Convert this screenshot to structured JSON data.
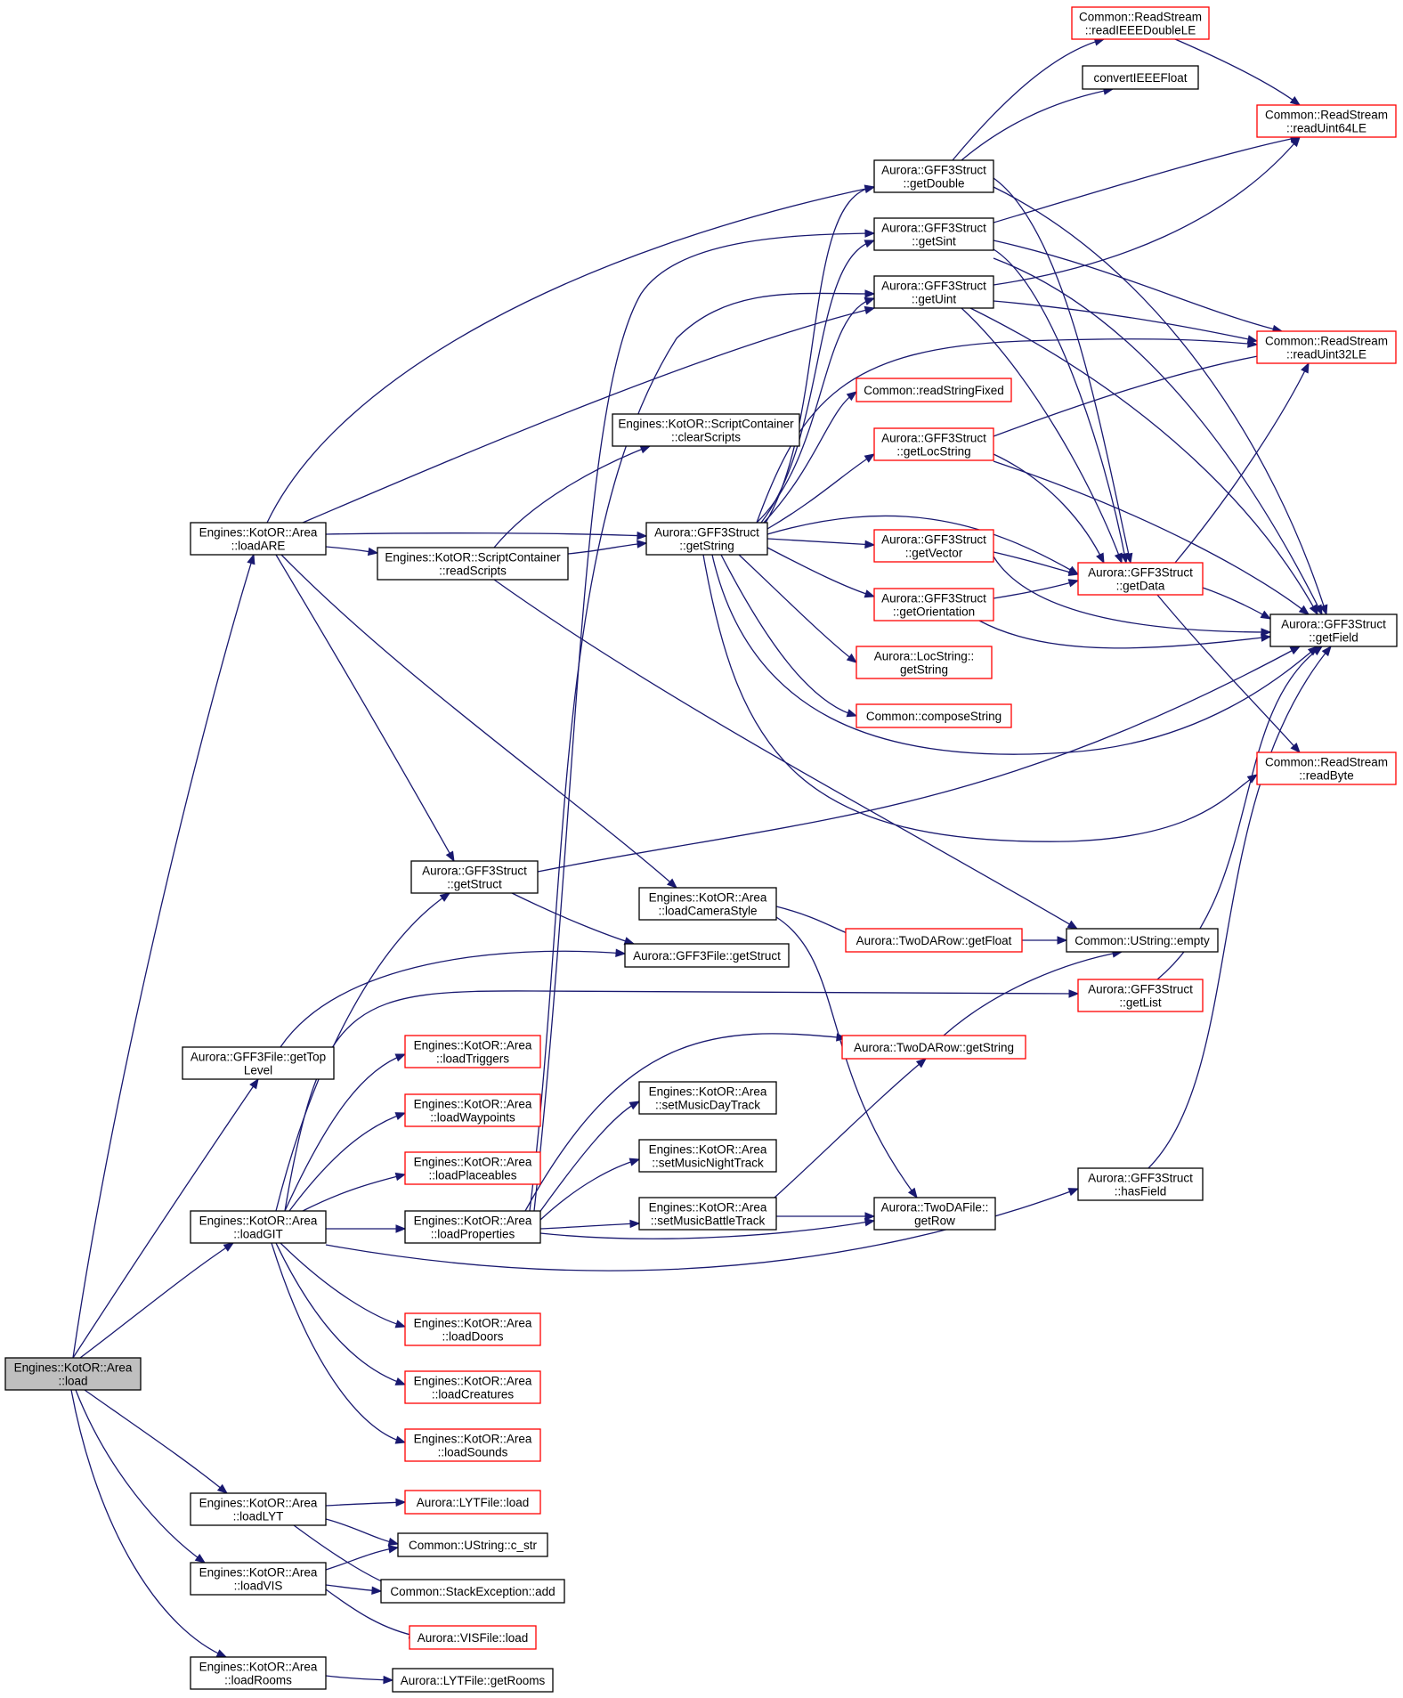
{
  "colors": {
    "edge": "#191970",
    "normal_border": "#000000",
    "truncated_border": "#ff0000",
    "root_fill": "#bfbfbf",
    "fill": "#ffffff"
  },
  "nodes": [
    {
      "id": "area_load",
      "lines": [
        "Engines::KotOR::Area",
        "::load"
      ],
      "style": "root"
    },
    {
      "id": "loadARE",
      "lines": [
        "Engines::KotOR::Area",
        "::loadARE"
      ],
      "style": "normal"
    },
    {
      "id": "getTopLevel",
      "lines": [
        "Aurora::GFF3File::getTop",
        "Level"
      ],
      "style": "normal"
    },
    {
      "id": "loadGIT",
      "lines": [
        "Engines::KotOR::Area",
        "::loadGIT"
      ],
      "style": "normal"
    },
    {
      "id": "loadLYT",
      "lines": [
        "Engines::KotOR::Area",
        "::loadLYT"
      ],
      "style": "normal"
    },
    {
      "id": "loadVIS",
      "lines": [
        "Engines::KotOR::Area",
        "::loadVIS"
      ],
      "style": "normal"
    },
    {
      "id": "loadRooms",
      "lines": [
        "Engines::KotOR::Area",
        "::loadRooms"
      ],
      "style": "normal"
    },
    {
      "id": "clearScripts",
      "lines": [
        "Engines::KotOR::ScriptContainer",
        "::clearScripts"
      ],
      "style": "normal"
    },
    {
      "id": "readScripts",
      "lines": [
        "Engines::KotOR::ScriptContainer",
        "::readScripts"
      ],
      "style": "normal"
    },
    {
      "id": "getStruct",
      "lines": [
        "Aurora::GFF3Struct",
        "::getStruct"
      ],
      "style": "normal"
    },
    {
      "id": "gffGetStruct",
      "lines": [
        "Aurora::GFF3File::getStruct"
      ],
      "style": "normal"
    },
    {
      "id": "loadCameraStyle",
      "lines": [
        "Engines::KotOR::Area",
        "::loadCameraStyle"
      ],
      "style": "normal"
    },
    {
      "id": "loadTriggers",
      "lines": [
        "Engines::KotOR::Area",
        "::loadTriggers"
      ],
      "style": "truncated"
    },
    {
      "id": "loadWaypoints",
      "lines": [
        "Engines::KotOR::Area",
        "::loadWaypoints"
      ],
      "style": "truncated"
    },
    {
      "id": "loadPlaceables",
      "lines": [
        "Engines::KotOR::Area",
        "::loadPlaceables"
      ],
      "style": "truncated"
    },
    {
      "id": "loadProperties",
      "lines": [
        "Engines::KotOR::Area",
        "::loadProperties"
      ],
      "style": "normal"
    },
    {
      "id": "loadDoors",
      "lines": [
        "Engines::KotOR::Area",
        "::loadDoors"
      ],
      "style": "truncated"
    },
    {
      "id": "loadCreatures",
      "lines": [
        "Engines::KotOR::Area",
        "::loadCreatures"
      ],
      "style": "truncated"
    },
    {
      "id": "loadSounds",
      "lines": [
        "Engines::KotOR::Area",
        "::loadSounds"
      ],
      "style": "truncated"
    },
    {
      "id": "lytLoad",
      "lines": [
        "Aurora::LYTFile::load"
      ],
      "style": "truncated"
    },
    {
      "id": "cstr",
      "lines": [
        "Common::UString::c_str"
      ],
      "style": "normal"
    },
    {
      "id": "stackAdd",
      "lines": [
        "Common::StackException::add"
      ],
      "style": "normal"
    },
    {
      "id": "visLoad",
      "lines": [
        "Aurora::VISFile::load"
      ],
      "style": "truncated"
    },
    {
      "id": "getRooms",
      "lines": [
        "Aurora::LYTFile::getRooms"
      ],
      "style": "normal"
    },
    {
      "id": "getString",
      "lines": [
        "Aurora::GFF3Struct",
        "::getString"
      ],
      "style": "normal"
    },
    {
      "id": "getDouble",
      "lines": [
        "Aurora::GFF3Struct",
        "::getDouble"
      ],
      "style": "normal"
    },
    {
      "id": "getSint",
      "lines": [
        "Aurora::GFF3Struct",
        "::getSint"
      ],
      "style": "normal"
    },
    {
      "id": "getUint",
      "lines": [
        "Aurora::GFF3Struct",
        "::getUint"
      ],
      "style": "normal"
    },
    {
      "id": "readStringFixed",
      "lines": [
        "Common::readStringFixed"
      ],
      "style": "truncated"
    },
    {
      "id": "getLocString",
      "lines": [
        "Aurora::GFF3Struct",
        "::getLocString"
      ],
      "style": "truncated"
    },
    {
      "id": "getVector",
      "lines": [
        "Aurora::GFF3Struct",
        "::getVector"
      ],
      "style": "truncated"
    },
    {
      "id": "getOrientation",
      "lines": [
        "Aurora::GFF3Struct",
        "::getOrientation"
      ],
      "style": "truncated"
    },
    {
      "id": "locGetString",
      "lines": [
        "Aurora::LocString::",
        "getString"
      ],
      "style": "truncated"
    },
    {
      "id": "composeString",
      "lines": [
        "Common::composeString"
      ],
      "style": "truncated"
    },
    {
      "id": "getFloat",
      "lines": [
        "Aurora::TwoDARow::getFloat"
      ],
      "style": "truncated"
    },
    {
      "id": "rowGetString",
      "lines": [
        "Aurora::TwoDARow::getString"
      ],
      "style": "truncated"
    },
    {
      "id": "setDay",
      "lines": [
        "Engines::KotOR::Area",
        "::setMusicDayTrack"
      ],
      "style": "normal"
    },
    {
      "id": "setNight",
      "lines": [
        "Engines::KotOR::Area",
        "::setMusicNightTrack"
      ],
      "style": "normal"
    },
    {
      "id": "setBattle",
      "lines": [
        "Engines::KotOR::Area",
        "::setMusicBattleTrack"
      ],
      "style": "normal"
    },
    {
      "id": "getRow",
      "lines": [
        "Aurora::TwoDAFile::",
        "getRow"
      ],
      "style": "normal"
    },
    {
      "id": "readIEEE",
      "lines": [
        "Common::ReadStream",
        "::readIEEEDoubleLE"
      ],
      "style": "truncated"
    },
    {
      "id": "convertIEEE",
      "lines": [
        "convertIEEEFloat"
      ],
      "style": "normal"
    },
    {
      "id": "getData",
      "lines": [
        "Aurora::GFF3Struct",
        "::getData"
      ],
      "style": "truncated"
    },
    {
      "id": "empty",
      "lines": [
        "Common::UString::empty"
      ],
      "style": "normal"
    },
    {
      "id": "getList",
      "lines": [
        "Aurora::GFF3Struct",
        "::getList"
      ],
      "style": "truncated"
    },
    {
      "id": "hasField",
      "lines": [
        "Aurora::GFF3Struct",
        "::hasField"
      ],
      "style": "normal"
    },
    {
      "id": "readUint64",
      "lines": [
        "Common::ReadStream",
        "::readUint64LE"
      ],
      "style": "truncated"
    },
    {
      "id": "readUint32",
      "lines": [
        "Common::ReadStream",
        "::readUint32LE"
      ],
      "style": "truncated"
    },
    {
      "id": "getField",
      "lines": [
        "Aurora::GFF3Struct",
        "::getField"
      ],
      "style": "normal"
    },
    {
      "id": "readByte",
      "lines": [
        "Common::ReadStream",
        "::readByte"
      ],
      "style": "truncated"
    }
  ],
  "edges": [
    [
      "area_load",
      "loadARE"
    ],
    [
      "area_load",
      "getTopLevel"
    ],
    [
      "area_load",
      "loadGIT"
    ],
    [
      "area_load",
      "loadLYT"
    ],
    [
      "area_load",
      "loadVIS"
    ],
    [
      "area_load",
      "loadRooms"
    ],
    [
      "loadARE",
      "getDouble"
    ],
    [
      "loadARE",
      "getUint"
    ],
    [
      "loadARE",
      "getString"
    ],
    [
      "loadARE",
      "readScripts"
    ],
    [
      "loadARE",
      "getStruct"
    ],
    [
      "loadARE",
      "loadCameraStyle"
    ],
    [
      "readScripts",
      "clearScripts"
    ],
    [
      "readScripts",
      "getString"
    ],
    [
      "readScripts",
      "empty"
    ],
    [
      "getTopLevel",
      "gffGetStruct"
    ],
    [
      "getStruct",
      "getField"
    ],
    [
      "getStruct",
      "gffGetStruct"
    ],
    [
      "loadGIT",
      "getStruct"
    ],
    [
      "loadGIT",
      "getList"
    ],
    [
      "loadGIT",
      "loadTriggers"
    ],
    [
      "loadGIT",
      "loadWaypoints"
    ],
    [
      "loadGIT",
      "loadPlaceables"
    ],
    [
      "loadGIT",
      "loadProperties"
    ],
    [
      "loadGIT",
      "hasField"
    ],
    [
      "loadGIT",
      "loadDoors"
    ],
    [
      "loadGIT",
      "loadCreatures"
    ],
    [
      "loadGIT",
      "loadSounds"
    ],
    [
      "loadProperties",
      "getSint"
    ],
    [
      "loadProperties",
      "getUint"
    ],
    [
      "loadProperties",
      "rowGetString"
    ],
    [
      "loadProperties",
      "setDay"
    ],
    [
      "loadProperties",
      "setNight"
    ],
    [
      "loadProperties",
      "setBattle"
    ],
    [
      "loadProperties",
      "getRow"
    ],
    [
      "setBattle",
      "rowGetString"
    ],
    [
      "setBattle",
      "getRow"
    ],
    [
      "loadCameraStyle",
      "getFloat"
    ],
    [
      "loadCameraStyle",
      "getRow"
    ],
    [
      "getFloat",
      "empty"
    ],
    [
      "rowGetString",
      "empty"
    ],
    [
      "loadLYT",
      "lytLoad"
    ],
    [
      "loadLYT",
      "cstr"
    ],
    [
      "loadLYT",
      "stackAdd"
    ],
    [
      "loadVIS",
      "cstr"
    ],
    [
      "loadVIS",
      "stackAdd"
    ],
    [
      "loadVIS",
      "visLoad"
    ],
    [
      "loadRooms",
      "getRooms"
    ],
    [
      "getString",
      "getDouble"
    ],
    [
      "getString",
      "getSint"
    ],
    [
      "getString",
      "getUint"
    ],
    [
      "getString",
      "readUint32"
    ],
    [
      "getString",
      "readStringFixed"
    ],
    [
      "getString",
      "getLocString"
    ],
    [
      "getString",
      "getData"
    ],
    [
      "getString",
      "getVector"
    ],
    [
      "getString",
      "getOrientation"
    ],
    [
      "getString",
      "locGetString"
    ],
    [
      "getString",
      "composeString"
    ],
    [
      "getString",
      "getField"
    ],
    [
      "getString",
      "readByte"
    ],
    [
      "getDouble",
      "readIEEE"
    ],
    [
      "getDouble",
      "convertIEEE"
    ],
    [
      "getDouble",
      "getData"
    ],
    [
      "getDouble",
      "getField"
    ],
    [
      "getSint",
      "readUint64"
    ],
    [
      "getSint",
      "readUint32"
    ],
    [
      "getSint",
      "getData"
    ],
    [
      "getSint",
      "getField"
    ],
    [
      "getUint",
      "readUint64"
    ],
    [
      "getUint",
      "readUint32"
    ],
    [
      "getUint",
      "getData"
    ],
    [
      "getUint",
      "getField"
    ],
    [
      "getLocString",
      "readUint32"
    ],
    [
      "getLocString",
      "getData"
    ],
    [
      "getLocString",
      "getField"
    ],
    [
      "getVector",
      "getData"
    ],
    [
      "getVector",
      "getField"
    ],
    [
      "getOrientation",
      "getData"
    ],
    [
      "getOrientation",
      "getField"
    ],
    [
      "getData",
      "readUint32"
    ],
    [
      "getData",
      "getField"
    ],
    [
      "getData",
      "readByte"
    ],
    [
      "readIEEE",
      "readUint64"
    ],
    [
      "getList",
      "getField"
    ],
    [
      "hasField",
      "getField"
    ]
  ]
}
